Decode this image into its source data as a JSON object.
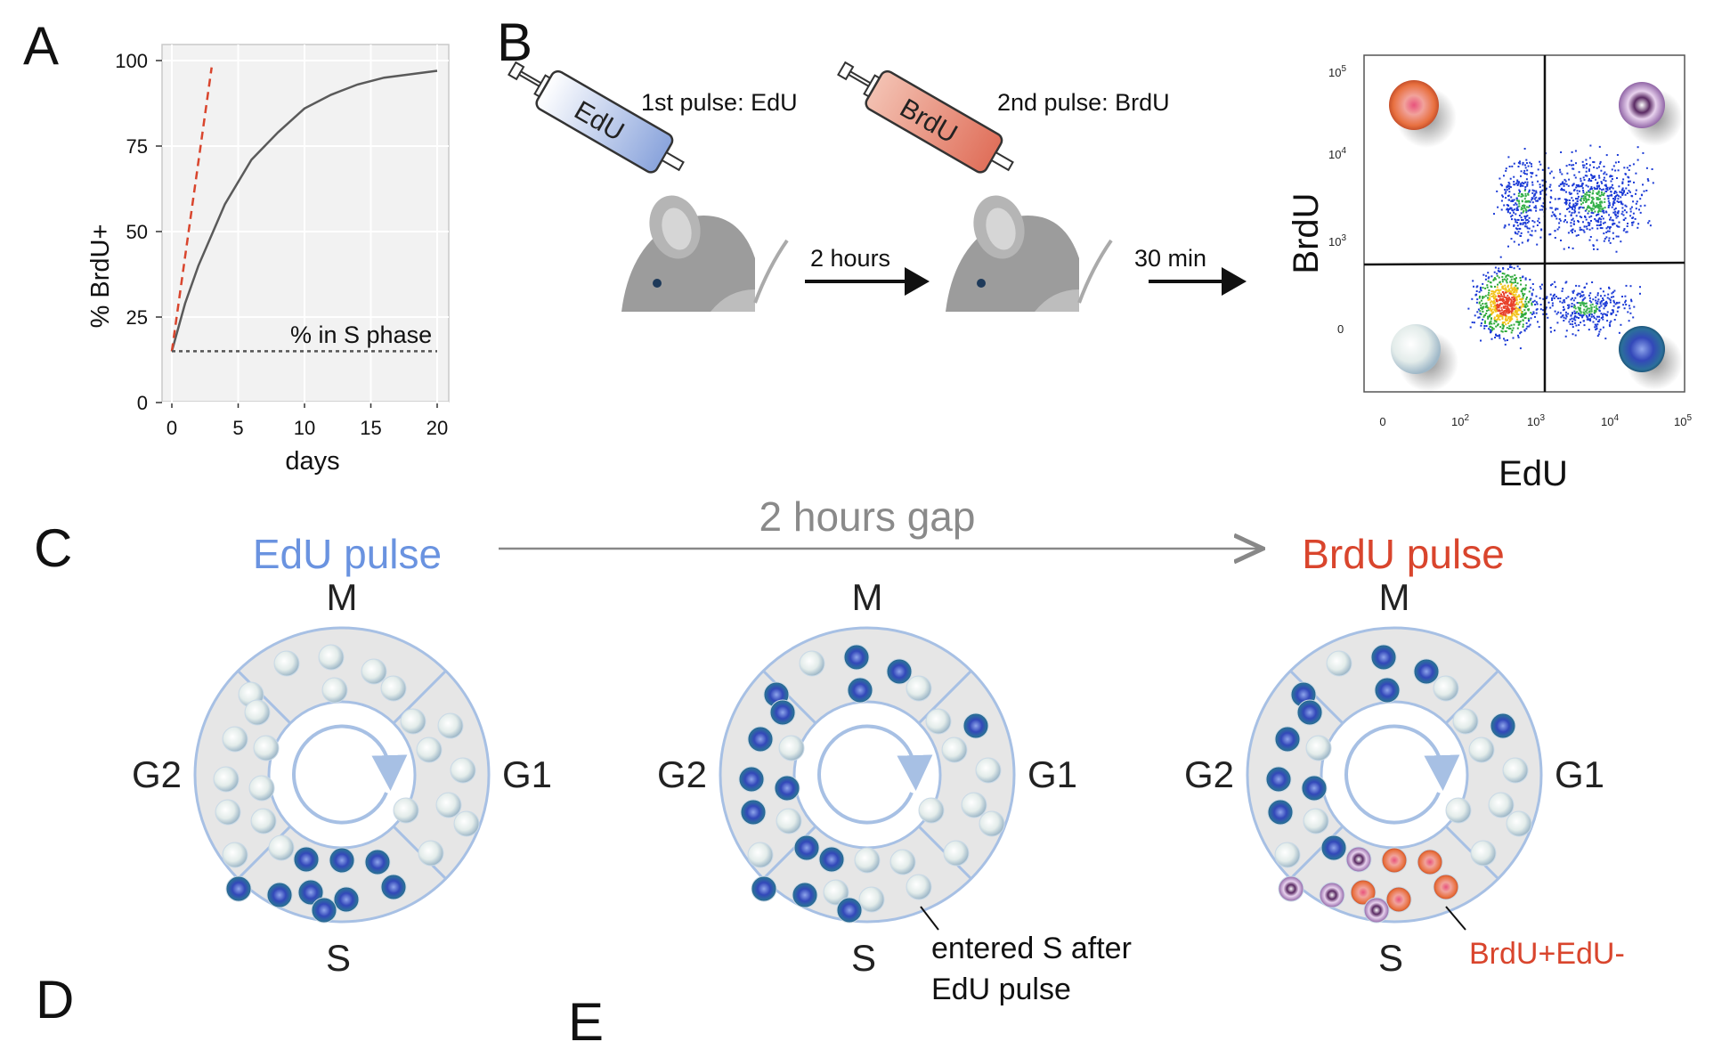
{
  "panels": {
    "A": "A",
    "B": "B",
    "C": "C",
    "D": "D",
    "E": "E"
  },
  "panel_a": {
    "ylabel": "% BrdU+",
    "xlabel": "days",
    "x_ticks": [
      "0",
      "5",
      "10",
      "15",
      "20"
    ],
    "y_ticks": [
      "0",
      "25",
      "50",
      "75",
      "100"
    ],
    "s_phase_label": "% in S phase"
  },
  "chart_data": {
    "type": "line",
    "xlabel": "days",
    "ylabel": "% BrdU+",
    "xlim": [
      0,
      20
    ],
    "ylim": [
      0,
      100
    ],
    "grid": true,
    "series": [
      {
        "style": "solid gray",
        "x": [
          0,
          1,
          2,
          4,
          6,
          8,
          10,
          12,
          14,
          16,
          18,
          20
        ],
        "y": [
          15,
          29,
          40,
          58,
          71,
          79,
          86,
          90,
          93,
          95,
          96,
          97
        ]
      },
      {
        "style": "dashed red",
        "x": [
          0,
          3
        ],
        "y": [
          15,
          98
        ]
      },
      {
        "style": "dotted",
        "x": [
          0,
          20
        ],
        "y": [
          15,
          15
        ]
      }
    ],
    "annotations": [
      "% in S phase"
    ]
  },
  "panel_b": {
    "pulse1": "1st pulse: EdU",
    "pulse2": "2nd pulse: BrdU",
    "syringe1": "EdU",
    "syringe2": "BrdU",
    "wait1": "2 hours",
    "wait2": "30 min",
    "flow_xlabel": "EdU",
    "flow_ylabel": "BrdU",
    "x_log_ticks": [
      "0",
      "10",
      "10",
      "10",
      "10"
    ],
    "x_log_exps": [
      "",
      "2",
      "3",
      "4",
      "5"
    ],
    "y_log_ticks": [
      "0",
      "10",
      "10",
      "10"
    ],
    "y_log_exps": [
      "",
      "3",
      "4",
      "5"
    ]
  },
  "panel_c": {
    "edu_pulse": "EdU pulse",
    "gap": "2 hours gap",
    "brdu_pulse": "BrdU pulse",
    "phases": {
      "m": "M",
      "g1": "G1",
      "s": "S",
      "g2": "G2"
    },
    "note_entered_line1": "entered S after",
    "note_entered_line2": "EdU pulse",
    "note_brdu": "BrdU+EdU-"
  },
  "colors": {
    "edu_blue": "#6a93e0",
    "brdu_red": "#d9452d",
    "ring": "#a7c0e4",
    "ring_fill": "#e4e4e4"
  }
}
